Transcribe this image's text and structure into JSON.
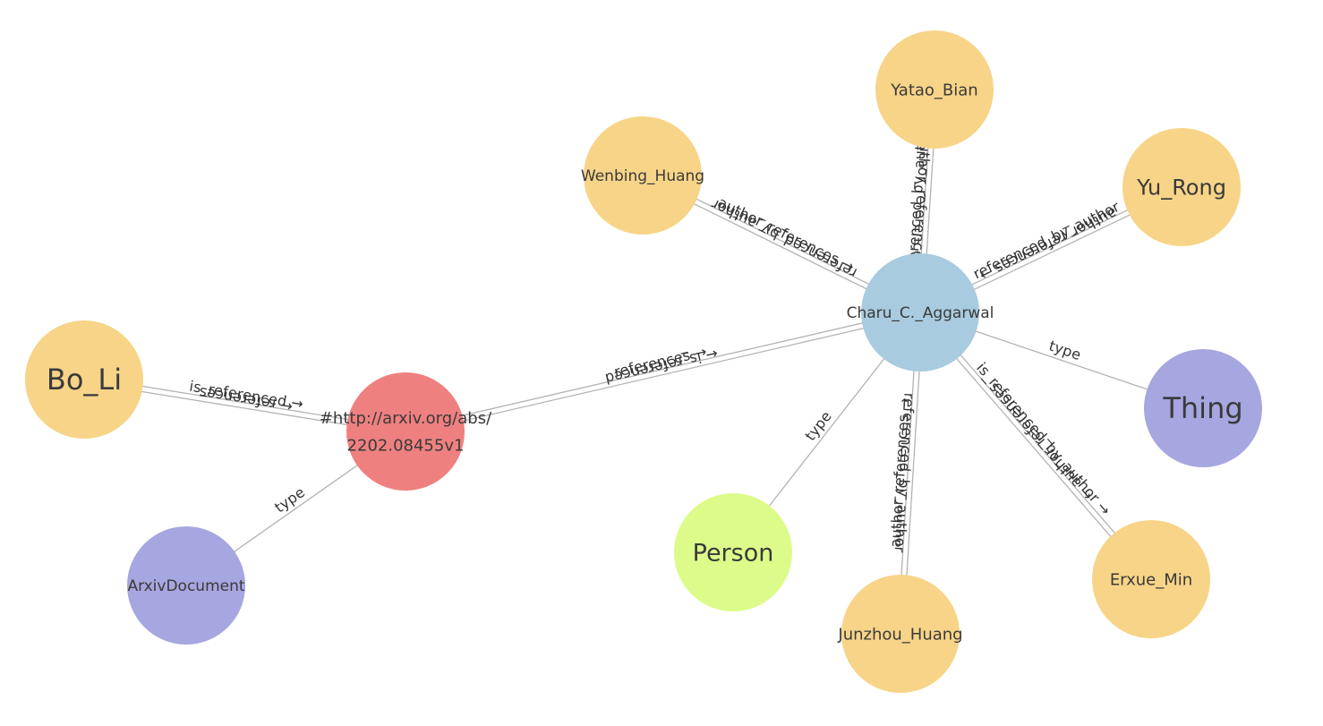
{
  "colors": {
    "author": "#f7d488",
    "center_author": "#a8cbdf",
    "document": "#ef8080",
    "class": "#a6a6e0",
    "person_class": "#dcfb8a",
    "edge": "#b3b3b3",
    "label_text": "#3a3a3a"
  },
  "nodes": [
    {
      "id": "charu",
      "label": "Charu_C._Aggarwal",
      "kind": "center_author"
    },
    {
      "id": "yatao",
      "label": "Yatao_Bian",
      "kind": "author"
    },
    {
      "id": "wenbing",
      "label": "Wenbing_Huang",
      "kind": "author"
    },
    {
      "id": "yurong",
      "label": "Yu_Rong",
      "kind": "author"
    },
    {
      "id": "thing",
      "label": "Thing",
      "kind": "class"
    },
    {
      "id": "erxue",
      "label": "Erxue_Min",
      "kind": "author"
    },
    {
      "id": "junzhou",
      "label": "Junzhou_Huang",
      "kind": "author"
    },
    {
      "id": "person",
      "label": "Person",
      "kind": "person_class"
    },
    {
      "id": "doc",
      "label": "#http://arxiv.org/abs/2202.08455v1",
      "kind": "document"
    },
    {
      "id": "boli",
      "label": "Bo_Li",
      "kind": "author"
    },
    {
      "id": "arxivdoc",
      "label": "ArxivDocument",
      "kind": "class"
    }
  ],
  "edges": [
    {
      "source": "doc",
      "target": "boli",
      "forward": "is_referenced →",
      "backward": "← references"
    },
    {
      "source": "doc",
      "target": "arxivdoc",
      "forward": "type",
      "backward": ""
    },
    {
      "source": "doc",
      "target": "charu",
      "forward": "references →",
      "backward": "← is_referenced"
    },
    {
      "source": "charu",
      "target": "wenbing",
      "forward": "author_references →",
      "backward": "referenced_by_author"
    },
    {
      "source": "charu",
      "target": "yatao",
      "forward": "referenced_by_author",
      "backward": "author_references"
    },
    {
      "source": "charu",
      "target": "yurong",
      "forward": "referenced_by_author",
      "backward": "author_references →"
    },
    {
      "source": "charu",
      "target": "thing",
      "forward": "type",
      "backward": ""
    },
    {
      "source": "charu",
      "target": "erxue",
      "forward": "is_referenced_by_author →",
      "backward": "← author_references"
    },
    {
      "source": "charu",
      "target": "junzhou",
      "forward": "author_references →",
      "backward": "referenced_by_author"
    },
    {
      "source": "charu",
      "target": "person",
      "forward": "type",
      "backward": ""
    }
  ]
}
